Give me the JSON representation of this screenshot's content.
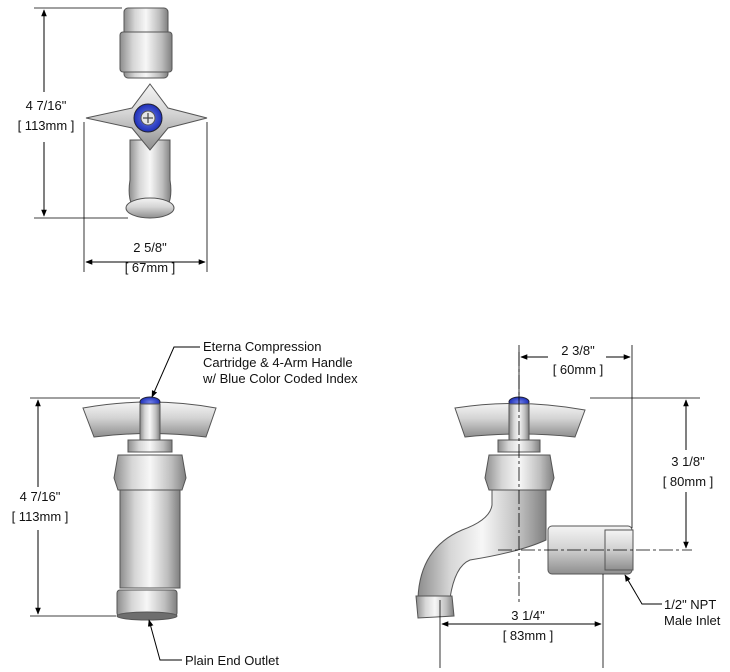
{
  "top_view": {
    "height_dim": {
      "inches": "4 7/16\"",
      "mm": "[ 113mm ]"
    },
    "width_dim": {
      "inches": "2 5/8\"",
      "mm": "[ 67mm ]"
    }
  },
  "front_view": {
    "height_dim": {
      "inches": "4 7/16\"",
      "mm": "[ 113mm ]"
    },
    "callout_handle": [
      "Eterna Compression",
      "Cartridge & 4-Arm Handle",
      "w/ Blue Color Coded Index"
    ],
    "callout_outlet": "Plain End Outlet"
  },
  "side_view": {
    "width_dim": {
      "inches": "2 3/8\"",
      "mm": "[ 60mm ]"
    },
    "height_dim": {
      "inches": "3 1/8\"",
      "mm": "[ 80mm ]"
    },
    "length_dim": {
      "inches": "3 1/4\"",
      "mm": "[ 83mm ]"
    },
    "callout_inlet": [
      "1/2\" NPT",
      "Male Inlet"
    ]
  },
  "colors": {
    "index_blue": "#2a3fc9",
    "chrome_light": "#e9e9e9",
    "chrome_dark": "#9a9a9a",
    "line": "#000000"
  }
}
